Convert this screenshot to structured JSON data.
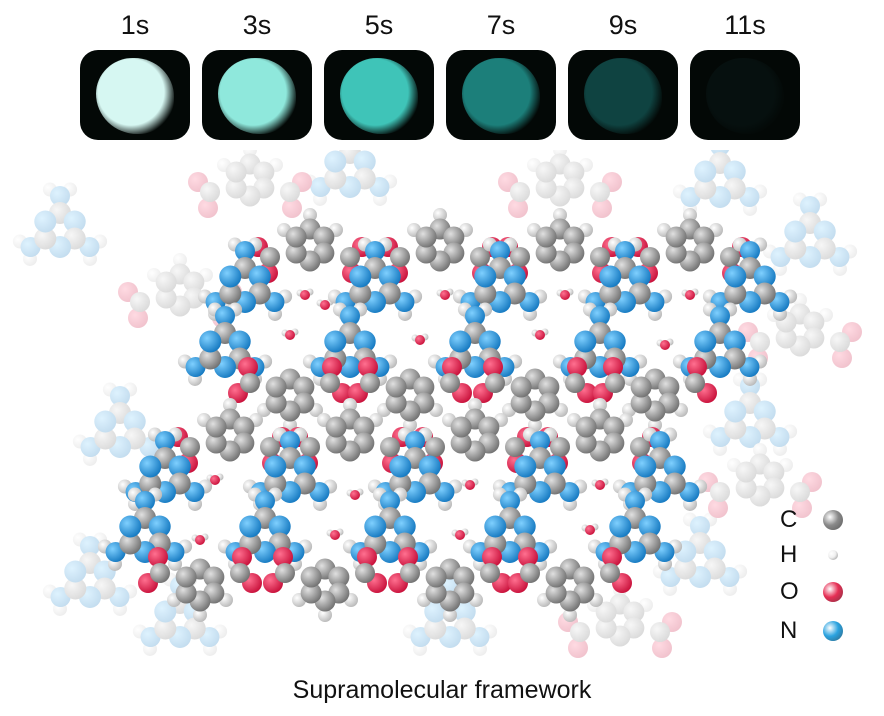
{
  "time_series": [
    {
      "label": "1s",
      "color": "#d6f7f2",
      "intensity": 1.0
    },
    {
      "label": "3s",
      "color": "#8fe8dc",
      "intensity": 0.9
    },
    {
      "label": "5s",
      "color": "#3fc4b8",
      "intensity": 0.8
    },
    {
      "label": "7s",
      "color": "#1c7f7a",
      "intensity": 0.6
    },
    {
      "label": "9s",
      "color": "#0f4341",
      "intensity": 0.45
    },
    {
      "label": "11s",
      "color": "#06100f",
      "intensity": 0.3
    }
  ],
  "legend": [
    {
      "element": "C",
      "color": "#8a8a8a",
      "size": "large"
    },
    {
      "element": "H",
      "color": "#f0f0f0",
      "size": "small"
    },
    {
      "element": "O",
      "color": "#e62f55",
      "size": "large"
    },
    {
      "element": "N",
      "color": "#2ba3e0",
      "size": "large"
    }
  ],
  "caption": "Supramolecular framework"
}
